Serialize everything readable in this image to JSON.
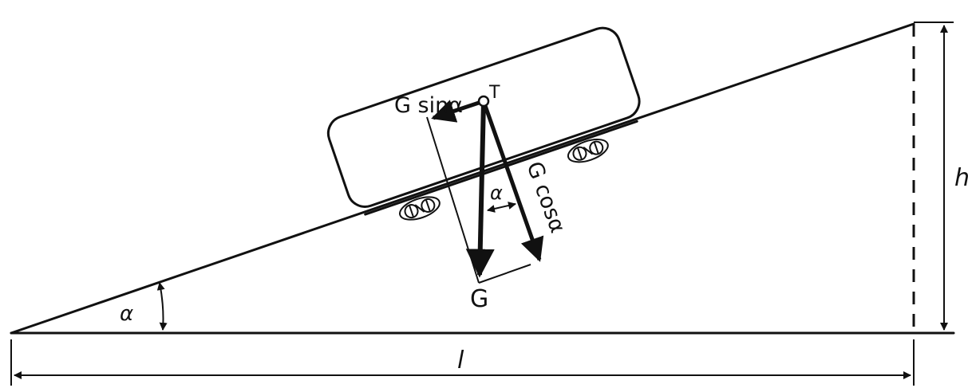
{
  "labels": {
    "g_sin": "G sinα",
    "t": "T",
    "g_cos": "G cosα",
    "alpha_inner": "α",
    "alpha_base": "α",
    "g": "G",
    "h": "h",
    "l": "l"
  },
  "colors": {
    "ink": "#111111",
    "background": "#ffffff"
  }
}
